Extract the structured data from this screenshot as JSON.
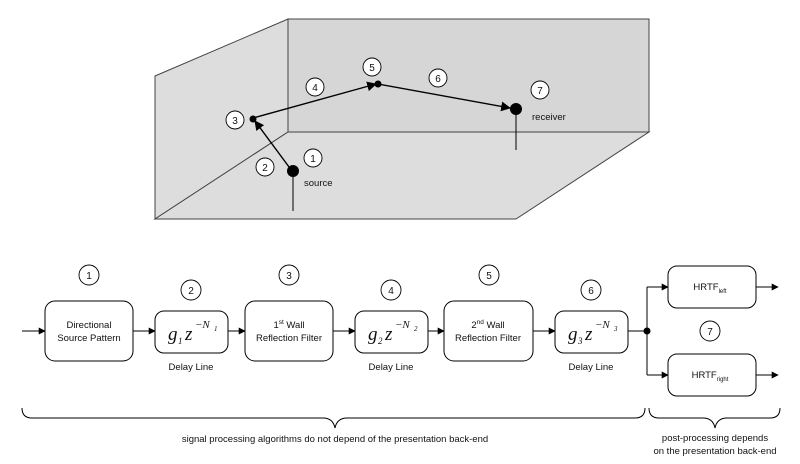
{
  "room": {
    "source_label": "source",
    "receiver_label": "receiver",
    "markers": [
      "1",
      "2",
      "3",
      "4",
      "5",
      "6",
      "7"
    ]
  },
  "pipeline": {
    "numbers": [
      "1",
      "2",
      "3",
      "4",
      "5",
      "6",
      "7"
    ],
    "directional": {
      "line1": "Directional",
      "line2": "Source Pattern"
    },
    "delay": [
      {
        "g": "g",
        "g_sub": "1",
        "z": "z",
        "exp": "−N",
        "exp_sub": "1"
      },
      {
        "g": "g",
        "g_sub": "2",
        "z": "z",
        "exp": "−N",
        "exp_sub": "2"
      },
      {
        "g": "g",
        "g_sub": "3",
        "z": "z",
        "exp": "−N",
        "exp_sub": "3"
      }
    ],
    "delay_label": "Delay Line",
    "wall1": {
      "ord": "1",
      "sup": "st",
      "rest": " Wall",
      "line2": "Reflection Filter"
    },
    "wall2": {
      "ord": "2",
      "sup": "nd",
      "rest": " Wall",
      "line2": "Reflection Filter"
    },
    "hrtf_left": {
      "main": "HRTF",
      "sub": "left"
    },
    "hrtf_right": {
      "main": "HRTF",
      "sub": "right"
    }
  },
  "braces": {
    "left_caption": "signal processing algorithms do not depend of the presentation back-end",
    "right_caption_line1": "post-processing depends",
    "right_caption_line2": "on the presentation back-end"
  }
}
